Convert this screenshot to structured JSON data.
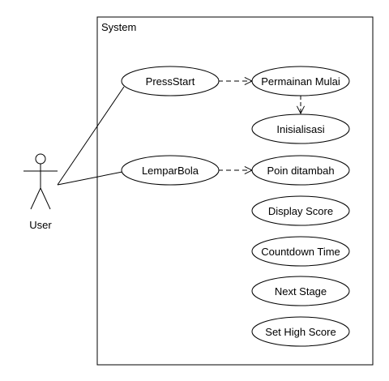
{
  "system": {
    "label": "System"
  },
  "actor": {
    "label": "User"
  },
  "use_cases": {
    "press_start": "PressStart",
    "lempar_bola": "LemparBola",
    "permainan_mulai": "Permainan Mulai",
    "inisialisasi": "Inisialisasi",
    "poin_ditambah": "Poin ditambah",
    "display_score": "Display Score",
    "countdown_time": "Countdown Time",
    "next_stage": "Next Stage",
    "set_high_score": "Set High Score"
  },
  "colors": {
    "line": "#000000",
    "background": "#ffffff"
  }
}
